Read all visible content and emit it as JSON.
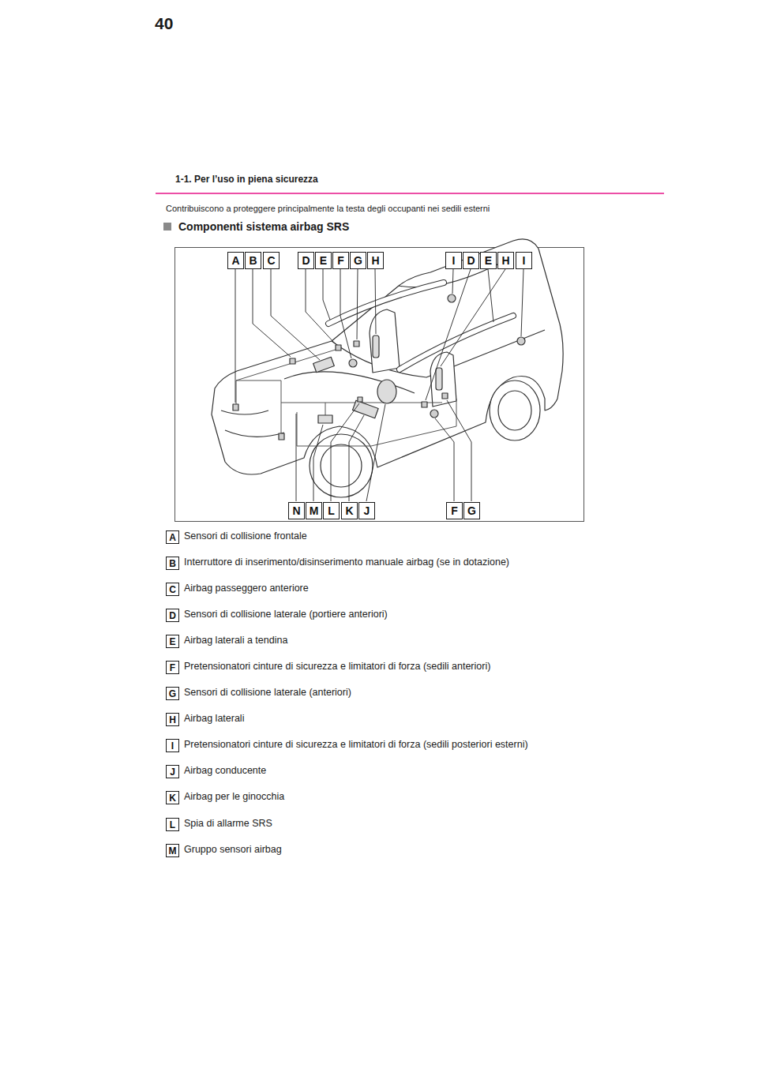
{
  "diagram": {
    "title": "Componenti sistema airbag SRS",
    "nodes": [
      {
        "text": [
          "A"
        ]
      },
      {
        "text": [
          "B"
        ]
      },
      {
        "text": [
          "C"
        ]
      },
      {
        "text": [
          "D"
        ]
      },
      {
        "text": [
          "E"
        ]
      },
      {
        "text": [
          "F"
        ]
      },
      {
        "text": [
          "G"
        ]
      },
      {
        "text": [
          "H"
        ]
      },
      {
        "text": [
          "I"
        ]
      },
      {
        "text": [
          "D"
        ]
      },
      {
        "text": [
          "E"
        ]
      },
      {
        "text": [
          "H"
        ]
      },
      {
        "text": [
          "I"
        ]
      },
      {
        "text": [
          "N"
        ]
      },
      {
        "text": [
          "M"
        ]
      },
      {
        "text": [
          "L"
        ]
      },
      {
        "text": [
          "K"
        ]
      },
      {
        "text": [
          "J"
        ]
      },
      {
        "text": [
          "F"
        ]
      },
      {
        "text": [
          "G"
        ]
      },
      {
        "text": [
          "A"
        ]
      },
      {
        "text": [
          "B"
        ]
      },
      {
        "text": [
          "C"
        ]
      },
      {
        "text": [
          "D"
        ]
      },
      {
        "text": [
          "E"
        ]
      },
      {
        "text": [
          "F"
        ]
      },
      {
        "text": [
          "G"
        ]
      },
      {
        "text": [
          "H"
        ]
      },
      {
        "text": [
          "I"
        ]
      },
      {
        "text": [
          "J"
        ]
      },
      {
        "text": [
          "K"
        ]
      },
      {
        "text": [
          "L"
        ]
      },
      {
        "text": [
          "M"
        ]
      }
    ],
    "labels": [
      "40",
      "1-1. Per l’uso in piena sicurezza",
      "Contribuiscono a proteggere principalmente la testa degli occupanti nei sedili esterni",
      "Sensori di collisione frontale",
      "Interruttore di inserimento/disinserimento manuale airbag (se in dotazione)",
      "Airbag passeggero anteriore",
      "Sensori di collisione laterale (portiere anteriori)",
      "Airbag laterali a tendina",
      "Pretensionatori cinture di sicurezza e limitatori di forza (sedili anteriori)",
      "Sensori di collisione laterale (anteriori)",
      "Airbag laterali",
      "Pretensionatori cinture di sicurezza e limitatori di forza (sedili posteriori esterni)",
      "Airbag conducente",
      "Airbag per le ginocchia",
      "Spia di allarme SRS",
      "Gruppo sensori airbag"
    ]
  }
}
